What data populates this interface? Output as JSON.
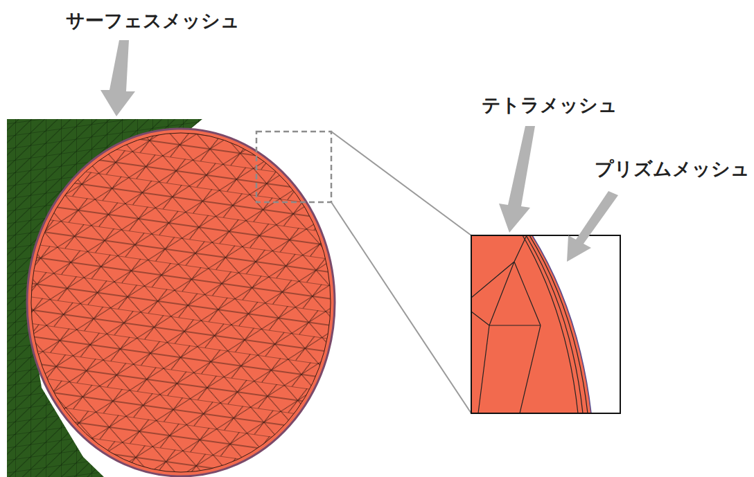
{
  "diagram": {
    "labels": [
      "サーフェスメッシュ",
      "テトラメッシュ",
      "プリズムメッシュ"
    ]
  }
}
